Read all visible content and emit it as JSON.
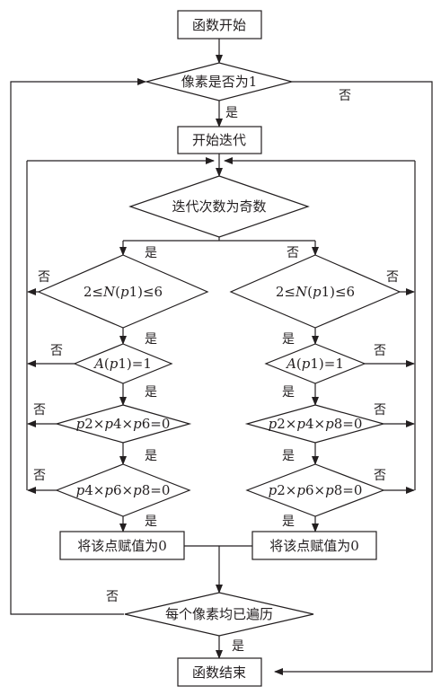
{
  "nodes": {
    "start": "函数开始",
    "is_pixel_one": "像素是否为1",
    "begin_iteration": "开始迭代",
    "iteration_odd": "迭代次数为奇数",
    "left_cond_n": {
      "a": "2≤",
      "b": "N",
      "c": "(",
      "d": "p",
      "e": "1)≤6"
    },
    "left_cond_a": {
      "a": "A",
      "b": "(",
      "c": "p",
      "d": "1)=1"
    },
    "left_cond_p246": {
      "a": "p",
      "b": "2×",
      "c": "p",
      "d": "4×",
      "e": "p",
      "f": "6=0"
    },
    "left_cond_p468": {
      "a": "p",
      "b": "4×",
      "c": "p",
      "d": "6×",
      "e": "p",
      "f": "8=0"
    },
    "left_assign": "将该点赋值为0",
    "right_cond_n": {
      "a": "2≤",
      "b": "N",
      "c": "(",
      "d": "p",
      "e": "1)≤6"
    },
    "right_cond_a": {
      "a": "A",
      "b": "(",
      "c": "p",
      "d": "1)=1"
    },
    "right_cond_p248": {
      "a": "p",
      "b": "2×",
      "c": "p",
      "d": "4×",
      "e": "p",
      "f": "8=0"
    },
    "right_cond_p268": {
      "a": "p",
      "b": "2×",
      "c": "p",
      "d": "6×",
      "e": "p",
      "f": "8=0"
    },
    "right_assign": "将该点赋值为0",
    "all_traversed": "每个像素均已遍历",
    "end": "函数结束"
  },
  "labels": {
    "yes": "是",
    "no": "否"
  }
}
